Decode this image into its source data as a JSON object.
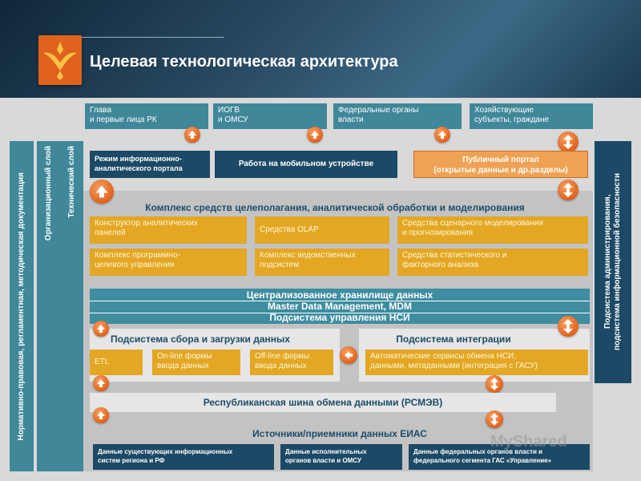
{
  "header": {
    "title": "Целевая технологическая архитектура"
  },
  "vertical_labels": {
    "legal": "Нормативно-правовая, регламентная, методическая документация",
    "org": "Организационный слой",
    "tech": "Технический слой",
    "admin_line1": "Подсистема администрирования,",
    "admin_line2": "подсистема информационной безопасности"
  },
  "users": [
    {
      "line1": "Глава",
      "line2": "и первые лица РК"
    },
    {
      "line1": "ИОГВ",
      "line2": "и ОМСУ"
    },
    {
      "line1": "Федеральные органы",
      "line2": "власти"
    },
    {
      "line1": "Хозяйствующие",
      "line2": "субъекты, граждане"
    }
  ],
  "access": {
    "portal_mode_1": "Режим информационно-",
    "portal_mode_2": "аналитического портала",
    "mobile": "Работа на мобильном устройстве",
    "public_1": "Публичный портал",
    "public_2": "(открытые данные и др.разделы)"
  },
  "analytics": {
    "title": "Комплекс средств целеполагания, аналитической обработки и моделирования",
    "items": [
      {
        "line1": "Конструктор аналитических",
        "line2": "панелей"
      },
      {
        "line1": "Средства OLAP",
        "line2": ""
      },
      {
        "line1": "Средства сценарного моделирования",
        "line2": "и прогнозирования"
      },
      {
        "line1": "Комплекс программно-",
        "line2": "целевого управления"
      },
      {
        "line1": "Комплекс ведомственных",
        "line2": "подсистем"
      },
      {
        "line1": "Средства статистического и",
        "line2": "факторного анализа"
      }
    ]
  },
  "storage": {
    "line1": "Централизованное хранилище данных",
    "line2": "Master Data Management, MDM",
    "line3": "Подсистема управления НСИ"
  },
  "collection": {
    "title": "Подсистема сбора и загрузки данных",
    "etl": "ETL",
    "online_1": "On-line формы",
    "online_2": "ввода данных",
    "offline_1": "Off-line формы",
    "offline_2": "ввода данных"
  },
  "integration": {
    "title": "Подсистема интеграции",
    "line1": "Автоматические сервисы обмена НСИ,",
    "line2": "данными, метаданными (интеграция с ГАСУ)"
  },
  "bus": {
    "title": "Республиканская шина обмена данными (РСМЭВ)"
  },
  "sources": {
    "title": "Источники/приемники данных ЕИАС",
    "items": [
      {
        "line1": "Данные существующих информационных",
        "line2": "систем региона и РФ"
      },
      {
        "line1": "Данные исполнительных",
        "line2": "органов власти и ОМСУ"
      },
      {
        "line1": "Данные федеральных органов власти и",
        "line2": "федерального сегмента ГАС «Управление»"
      }
    ]
  },
  "watermark": "MyShared",
  "colors": {
    "teal": "#3f8799",
    "navy": "#1c4966",
    "yellow": "#e3a723",
    "orange": "#e0621c",
    "band": "#c3c3c3"
  },
  "icons": [
    "up-arrow-icon",
    "double-arrow-icon",
    "left-arrow-icon",
    "emblem-icon"
  ]
}
